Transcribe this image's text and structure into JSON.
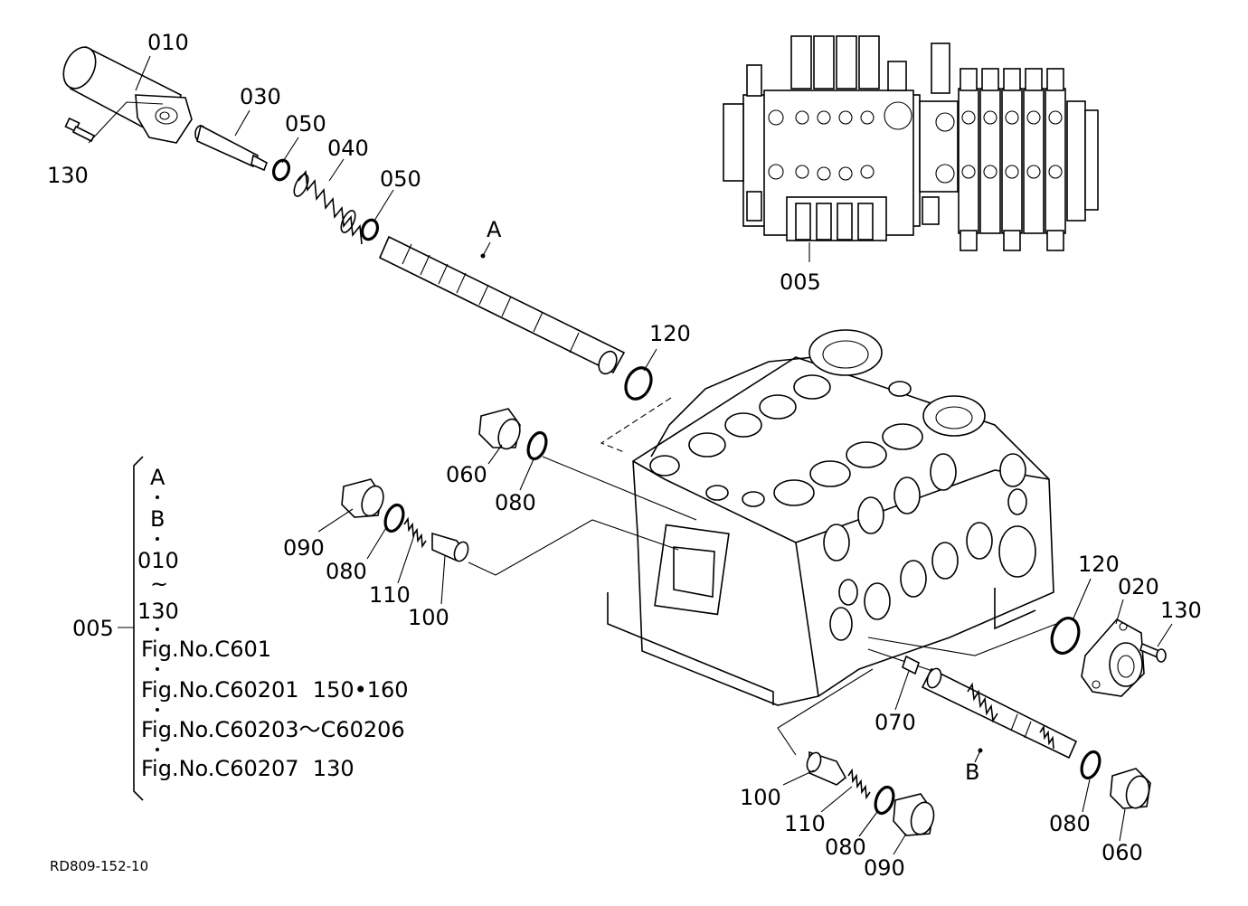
{
  "labels": {
    "p010": "010",
    "p030": "030",
    "p050a": "050",
    "p040": "040",
    "p050b": "050",
    "p130a": "130",
    "pA": "A",
    "p005top": "005",
    "p120a": "120",
    "p060a": "060",
    "p080a": "080",
    "p090a": "090",
    "p080b": "080",
    "p110a": "110",
    "p100a": "100",
    "p120b": "120",
    "p020": "020",
    "p130b": "130",
    "p070": "070",
    "pB": "B",
    "p100b": "100",
    "p110b": "110",
    "p080c": "080",
    "p090b": "090",
    "p080d": "080",
    "p060b": "060"
  },
  "legend": {
    "group": "005",
    "items": [
      "A",
      "B",
      "010",
      "~",
      "130",
      "Fig.No.C601",
      "Fig.No.C60201  150•160",
      "Fig.No.C60203～C60206",
      "Fig.No.C60207  130"
    ]
  },
  "drawing_code": "RD809-152-10"
}
